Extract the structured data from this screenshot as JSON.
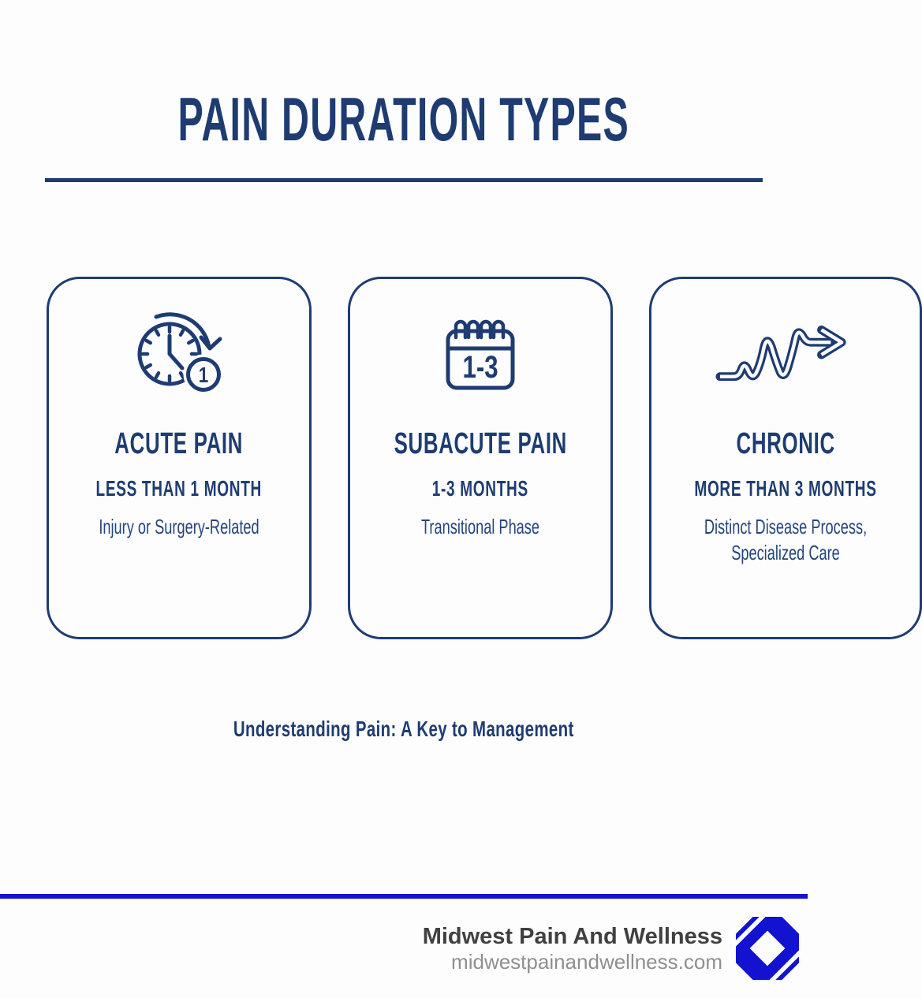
{
  "infographic": {
    "title": "PAIN DURATION TYPES",
    "subtitle": "Understanding Pain: A Key to Management"
  },
  "cards": [
    {
      "icon": "clock-countdown-icon",
      "badge": "1",
      "title": "ACUTE PAIN",
      "duration": "LESS THAN 1 MONTH",
      "description": "Injury or Surgery-Related"
    },
    {
      "icon": "calendar-icon",
      "calendar_label": "1-3",
      "title": "SUBACUTE PAIN",
      "duration": "1-3 MONTHS",
      "description": "Transitional Phase"
    },
    {
      "icon": "squiggle-arrow-icon",
      "title": "CHRONIC",
      "duration": "MORE THAN 3 MONTHS",
      "description": "Distinct Disease Process, Specialized Care"
    }
  ],
  "footer": {
    "brand": "Midwest Pain And Wellness",
    "website": "midwestpainandwellness.com"
  },
  "colors": {
    "navy": "#1e3c72",
    "accent_blue": "#1212d0",
    "brand_text": "#404040",
    "website_text": "#8f8f8f"
  }
}
